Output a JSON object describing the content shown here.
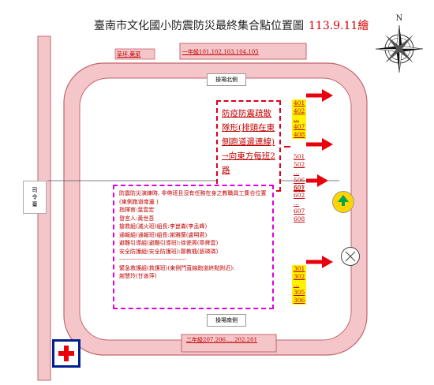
{
  "title": {
    "text": "臺南市文化國小防震防災最終集合點位置圖",
    "date": "113.9.11繪"
  },
  "compass": {
    "north_label": "N"
  },
  "labels": {
    "wxm": "草坪.藥菜",
    "grade1": "一年級101.102.103.104.105",
    "playground_north": "操場北側",
    "playground_south": "操場南側",
    "stage": "司令臺",
    "grade2": "二年級207.206.....202.201"
  },
  "plan_box": {
    "line1": "防疫防震疏散",
    "line2": "隊形(排頭在東側跑道邊連線)",
    "line3": "→向東方每班2路"
  },
  "roles_box": {
    "lines": [
      "防震防災演練時, 非帶班且沒有任務在身之教職員工集合位置(東側跑道南邊 )",
      "指揮官:葉雲宏",
      "發言人:黃世吾",
      "搶救組(滅火班)組長:李崑崙(李孟峰)",
      "通報組(通報班)組長:謝雅蘭(盧明君)",
      "避難引導組(避難引導班):徐瓷蓉(章舜雲)",
      "安全防護組(安全防護班):鄭教楓(張瑛璘)",
      "------------------------------------",
      "緊急救護組(救護班)(東側門直線跑道終點附近):",
      "謝慧玲(甘善萍)"
    ]
  },
  "classes": {
    "grade4": [
      "401",
      "402",
      "...",
      "407",
      "408"
    ],
    "grade5": [
      "501",
      "502",
      "...",
      "506",
      "507"
    ],
    "grade6": [
      "601",
      "602",
      "...",
      "607",
      "608"
    ],
    "grade3": [
      "301",
      "302",
      "...",
      "305",
      "306"
    ]
  },
  "icons": {
    "compass": "compass-rose-icon",
    "arrow": "red-arrow-icon",
    "meeting_point": "assembly-point-icon",
    "x_marker": "x-circle-icon",
    "first_aid": "red-cross-icon"
  },
  "colors": {
    "track_fill": "#f5c6c9",
    "track_stroke": "#c2666d",
    "arrow_red": "#e8000b",
    "highlight_yellow": "#fff200",
    "plan_border": "#e0001a",
    "roles_border": "#e000e0",
    "first_aid_blue": "#001f8f"
  }
}
